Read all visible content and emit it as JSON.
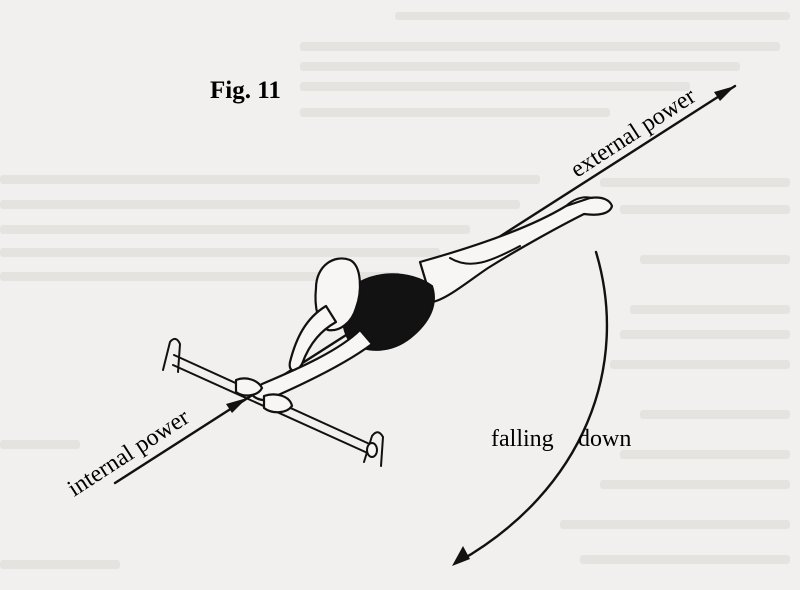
{
  "figure": {
    "title": "Fig. 11",
    "labels": {
      "external": "external power",
      "internal": "internal power",
      "falling": "falling",
      "down": "down"
    }
  },
  "colors": {
    "ink": "#111111",
    "paper": "#f1f0ee"
  }
}
